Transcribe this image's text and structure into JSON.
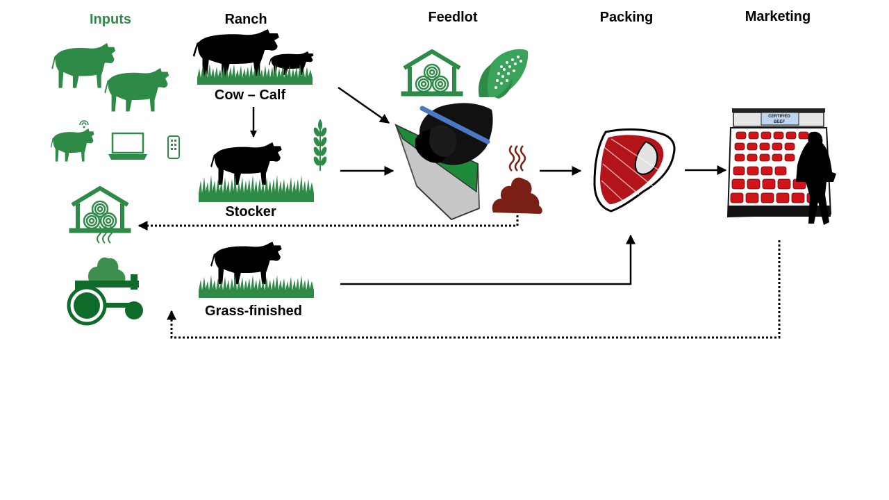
{
  "stages": {
    "inputs": "Inputs",
    "ranch": "Ranch",
    "feedlot": "Feedlot",
    "packing": "Packing",
    "marketing": "Marketing"
  },
  "nodes": {
    "cow_calf": "Cow – Calf",
    "stocker": "Stocker",
    "grass_finished": "Grass-finished"
  },
  "store_sign": {
    "line1": "CERTIFIED",
    "line2": "BEEF"
  },
  "colors": {
    "input_green": "#2e8b47",
    "grass_green": "#3a9a3a",
    "manure_brown": "#7a1f14",
    "meat_red": "#c4161c",
    "arrow": "#000000"
  }
}
